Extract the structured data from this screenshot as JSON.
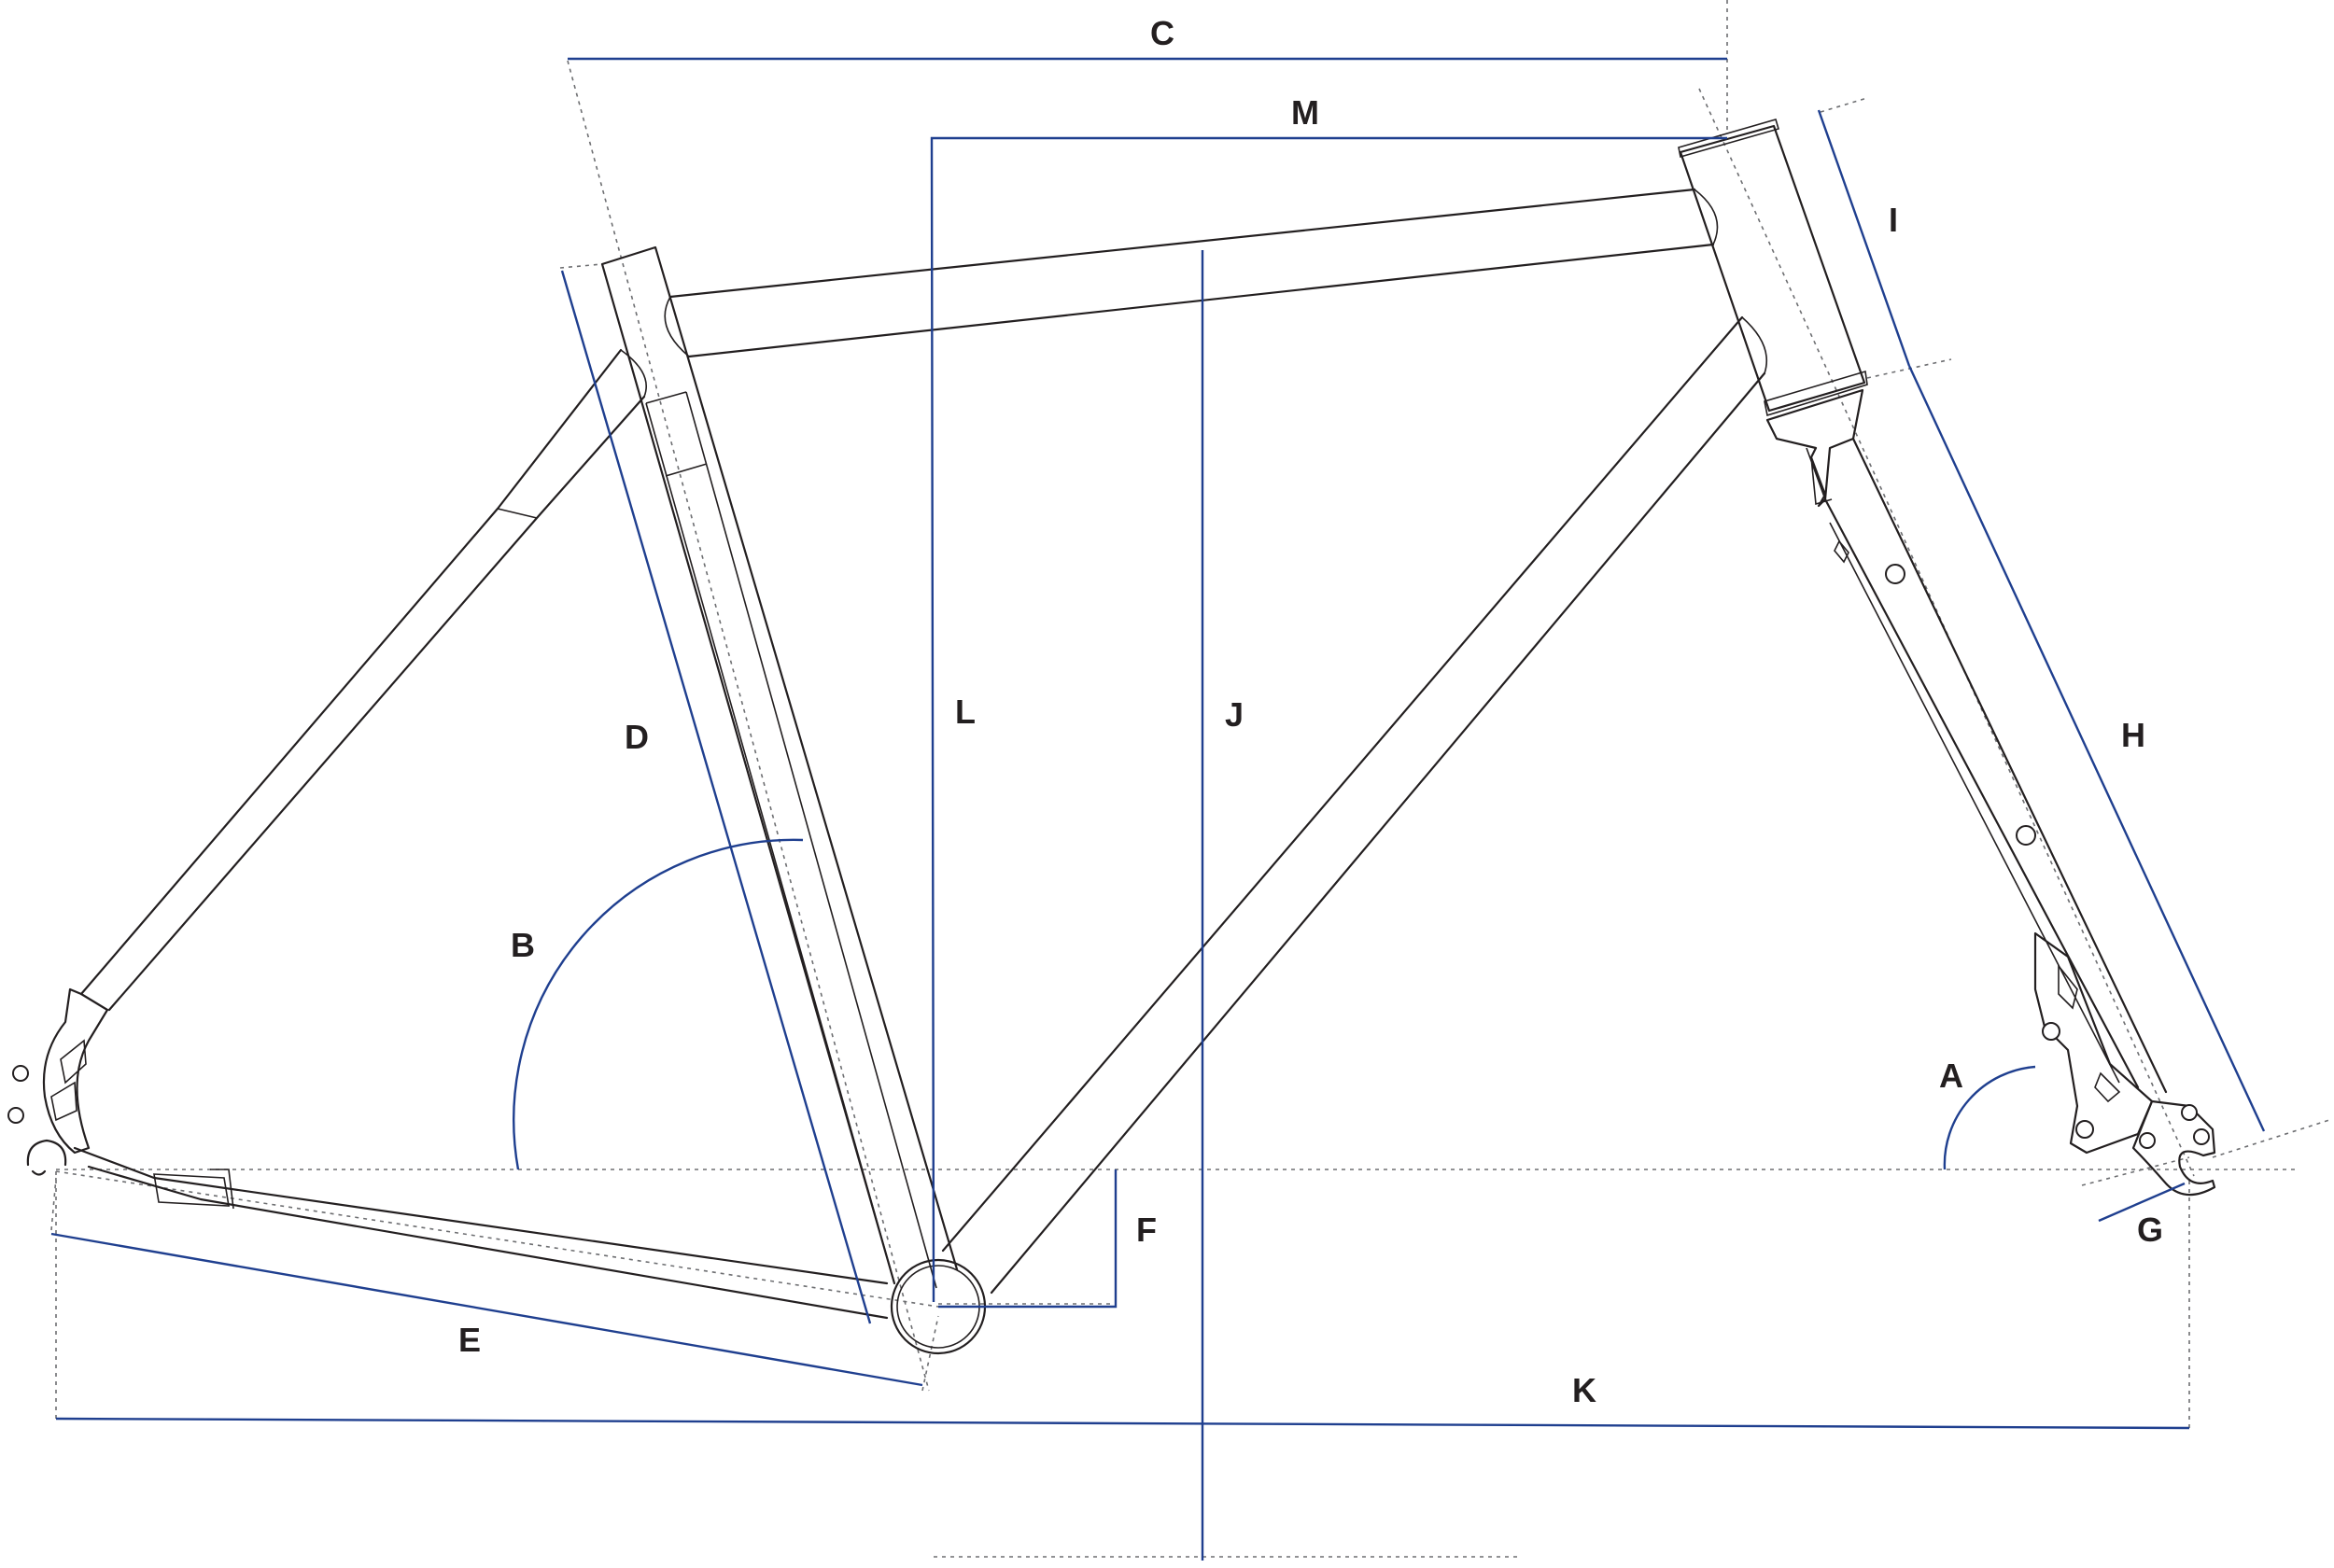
{
  "dimension_labels": {
    "A": "A",
    "B": "B",
    "C": "C",
    "D": "D",
    "E": "E",
    "F": "F",
    "G": "G",
    "H": "H",
    "I": "I",
    "J": "J",
    "K": "K",
    "L": "L",
    "M": "M"
  },
  "colors": {
    "frame_stroke": "#231f20",
    "dimension_line": "#1f3f8f",
    "construction_line": "#6d6e71",
    "background": "#ffffff"
  }
}
